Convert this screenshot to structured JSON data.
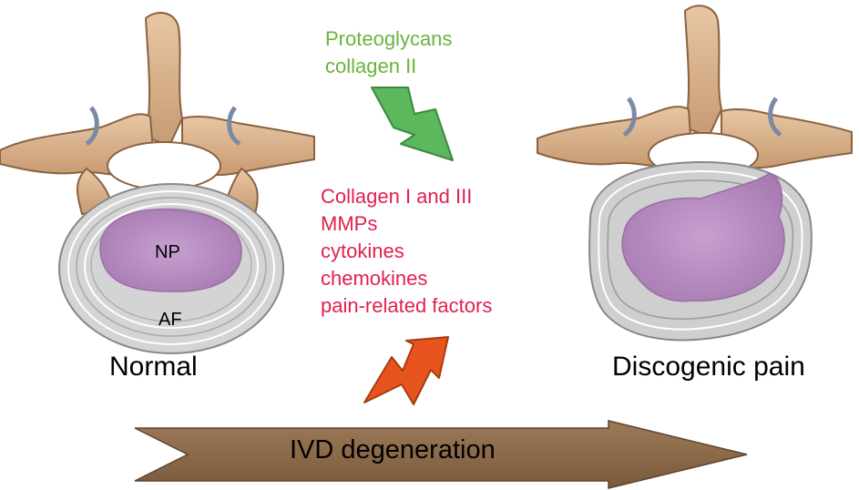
{
  "up_factors": [
    "Proteoglycans",
    "collagen II"
  ],
  "down_factors": [
    "Collagen I and III",
    "MMPs",
    "cytokines",
    "chemokines",
    "pain-related factors"
  ],
  "normal_disc": {
    "caption": "Normal",
    "nucleus_label": "NP",
    "annulus_label": "AF"
  },
  "degenerated_disc": {
    "caption": "Discogenic pain"
  },
  "process_arrow": {
    "label": "IVD degeneration"
  },
  "colors": {
    "up_text": "#6ab33c",
    "down_text": "#e2204f",
    "bone": "#d9b08c",
    "nucleus": "#b98ac0",
    "arrow": "#8c6b4c",
    "up_arrow": "#5cb85c",
    "down_arrow": "#e8541e"
  },
  "icons": {
    "up_arrow": "zigzag-down-arrow-icon",
    "down_arrow": "zigzag-up-arrow-icon"
  }
}
